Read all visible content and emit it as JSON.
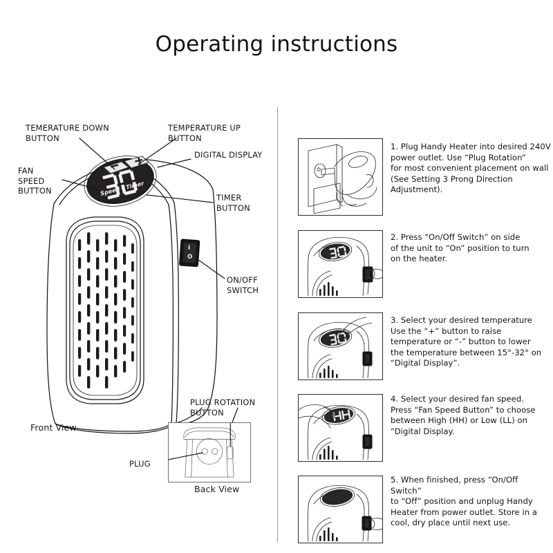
{
  "page": {
    "title": "Operating instructions",
    "background_color": "#ffffff",
    "text_color": "#131313",
    "divider_color": "#9a9a9a"
  },
  "diagram": {
    "view_labels": {
      "front": "Front View",
      "back": "Back View"
    },
    "callouts": [
      {
        "id": "temperature-down-button",
        "label": "TEMERATURE DOWN\nBUTTON"
      },
      {
        "id": "temperature-up-button",
        "label": "TEMPERATURE UP\nBUTTON"
      },
      {
        "id": "digital-display",
        "label": "DIGITAL DISPLAY"
      },
      {
        "id": "fan-speed-button",
        "label": "FAN\nSPEED\nBUTTON"
      },
      {
        "id": "timer-button",
        "label": "TIMER\nBUTTON"
      },
      {
        "id": "on-off-switch",
        "label": "ON/OFF\nSWITCH"
      },
      {
        "id": "plug-rotation-button",
        "label": "PLUG ROTATION\nBUTTON"
      },
      {
        "id": "plug",
        "label": "PLUG"
      }
    ],
    "display": {
      "value": "30",
      "speed_label": "Speed",
      "timer_label": "Timer",
      "minus_label": "−",
      "plus_label": "+"
    },
    "switch": {
      "on_mark": "I",
      "off_mark": "O"
    }
  },
  "instructions": {
    "steps": [
      {
        "number": "1.",
        "text": "1. Plug Handy Heater into desired 240V\npower outlet. Use “Plug Rotation”\nfor most convenient placement on wall\n(See Setting 3 Prong Direction\nAdjustment).",
        "illustration": "hand-plugging-heater-into-wall-outlet"
      },
      {
        "number": "2.",
        "text": "2. Press “On/Off Switch” on side\nof the unit to “On” position to turn\non the heater.",
        "illustration": "finger-pressing-on-off-switch"
      },
      {
        "number": "3.",
        "text": "3. Select your desired temperature\nUse the “+” button to raise\ntemperature or “-” button to lower\nthe temperature between 15°-32° on\n“Digital Display”.",
        "illustration": "finger-pressing-temperature-button"
      },
      {
        "number": "4.",
        "text": "4. Select your desired fan speed.\nPress “Fan Speed Button” to choose\nbetween High (HH) or Low (LL) on\n“Digital Display.",
        "illustration": "hand-pressing-fan-speed-button"
      },
      {
        "number": "5.",
        "text": "5. When finished, press “On/Off Switch”\nto “Off” position and unplug Handy\nHeater from power outlet. Store in a\ncool, dry place until next use.",
        "illustration": "finger-switching-heater-off"
      }
    ],
    "panel_displays": {
      "step2": "30",
      "step3": "30",
      "step4": "HH",
      "step5": ""
    }
  }
}
